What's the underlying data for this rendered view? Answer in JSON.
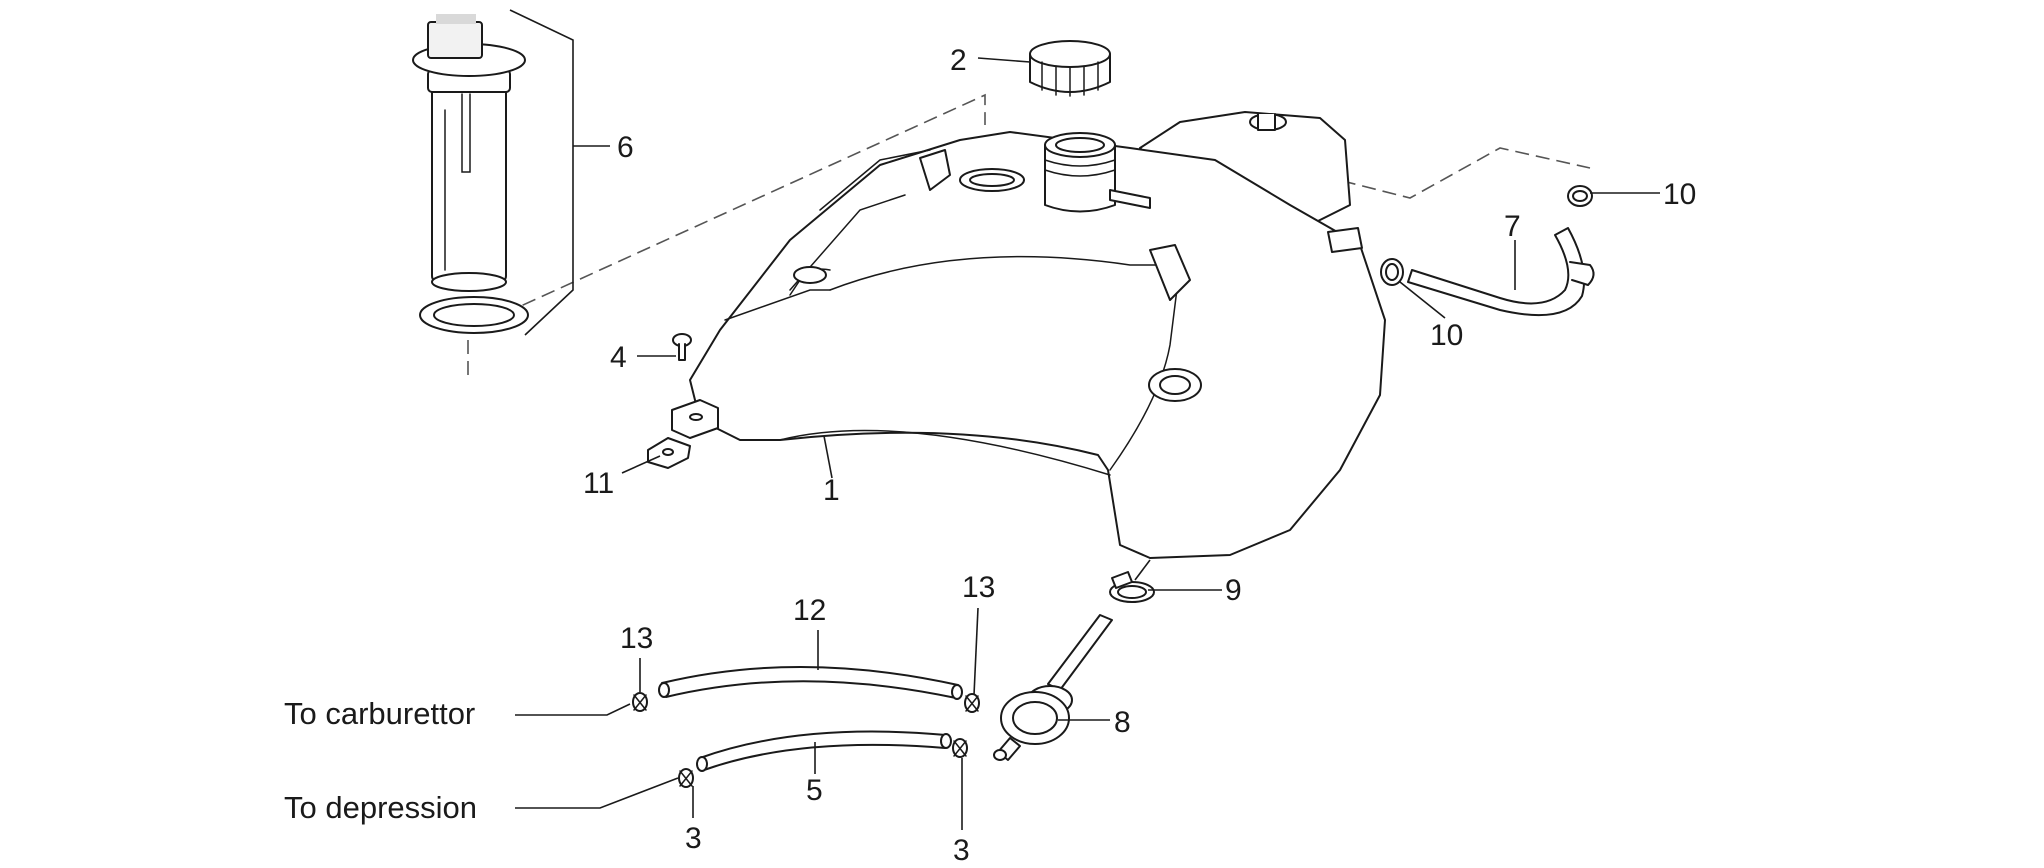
{
  "callouts": {
    "c1": "1",
    "c2": "2",
    "c3a": "3",
    "c3b": "3",
    "c4": "4",
    "c5": "5",
    "c6": "6",
    "c7": "7",
    "c8": "8",
    "c9": "9",
    "c10a": "10",
    "c10b": "10",
    "c11": "11",
    "c12": "12",
    "c13a": "13",
    "c13b": "13"
  },
  "annotations": {
    "to_carburettor": "To carburettor",
    "to_depression": "To depression"
  }
}
